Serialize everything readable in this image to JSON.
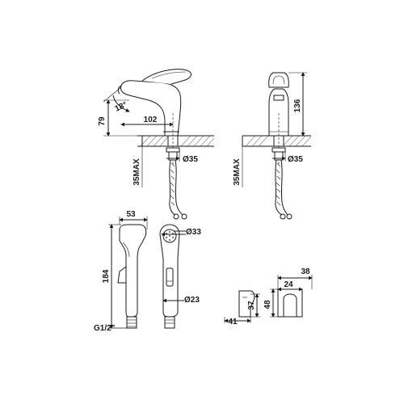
{
  "drawing": {
    "faucet_side": {
      "dim_height": "79",
      "dim_angle": "18°",
      "dim_reach": "102",
      "dim_hole": "Ø35",
      "dim_thickness": "35MAX"
    },
    "faucet_front": {
      "dim_height": "136",
      "dim_hole": "Ø35",
      "dim_thickness": "35MAX"
    },
    "hand_shower": {
      "dim_width": "53",
      "dim_length": "184",
      "dim_head": "Ø33",
      "dim_body": "Ø23",
      "dim_thread": "G1/2\""
    },
    "holder": {
      "dim_overall": "38",
      "dim_width": "24",
      "dim_height_total": "48",
      "dim_height_inner": "37",
      "dim_depth": "41"
    }
  },
  "colors": {
    "line": "#1a1a1a",
    "background": "#ffffff"
  }
}
